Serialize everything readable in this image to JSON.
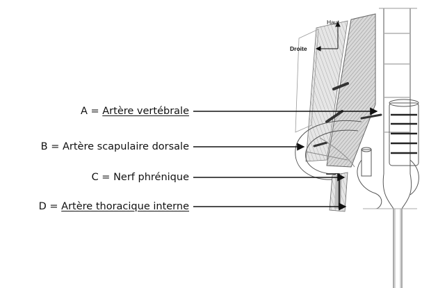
{
  "orientation": {
    "up": "Haut",
    "right": "Droite"
  },
  "labels": [
    {
      "letter": "A",
      "prefix": "A = ",
      "name": "Artère vertébrale",
      "underlined": true
    },
    {
      "letter": "B",
      "prefix": "B = ",
      "name": "Artère scapulaire dorsale",
      "underlined": false
    },
    {
      "letter": "C",
      "prefix": "C = ",
      "name": "Nerf phrénique",
      "underlined": false
    },
    {
      "letter": "D",
      "prefix": "D = ",
      "name": "Artère thoracique interne",
      "underlined": true
    }
  ],
  "colors": {
    "ink": "#111111",
    "sketch": "#555555",
    "shading": "#9a9a9a"
  }
}
